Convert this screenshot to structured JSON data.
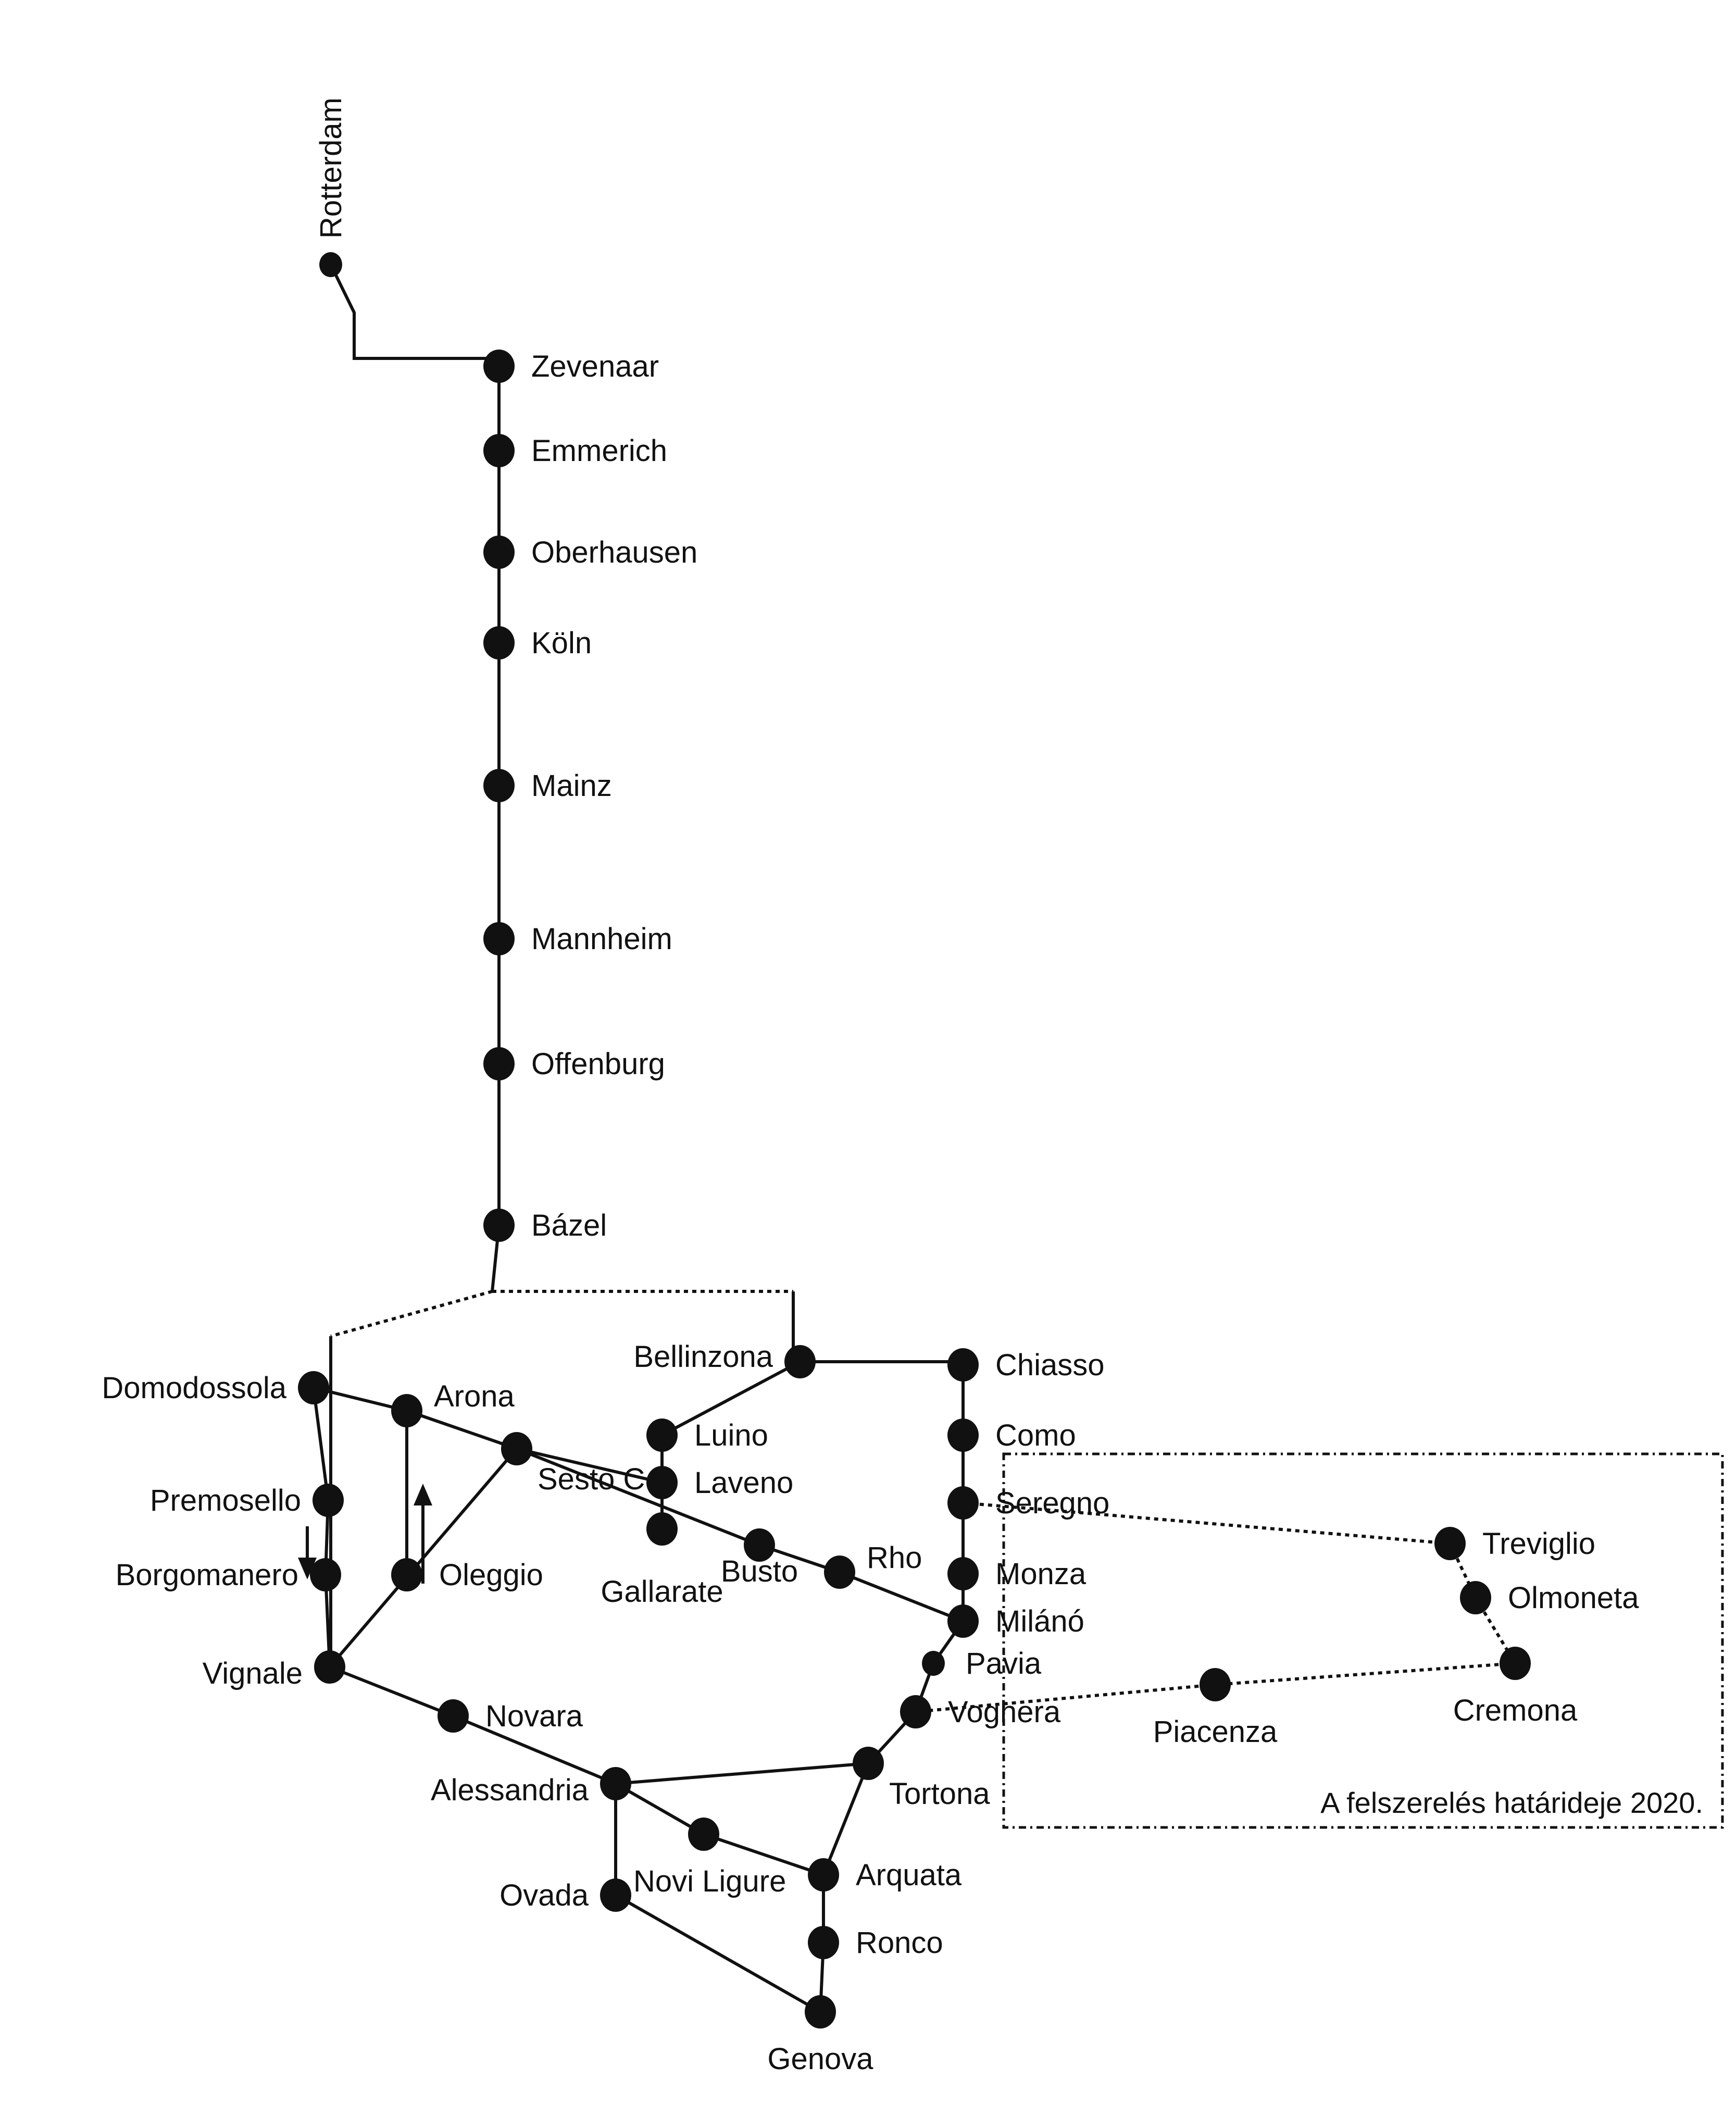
{
  "diagram": {
    "type": "railway-corridor-map",
    "stations": [
      {
        "id": "rotterdam",
        "name": "Rotterdam"
      },
      {
        "id": "zevenaar",
        "name": "Zevenaar"
      },
      {
        "id": "emmerich",
        "name": "Emmerich"
      },
      {
        "id": "oberhausen",
        "name": "Oberhausen"
      },
      {
        "id": "koln",
        "name": "Köln"
      },
      {
        "id": "mainz",
        "name": "Mainz"
      },
      {
        "id": "mannheim",
        "name": "Mannheim"
      },
      {
        "id": "offenburg",
        "name": "Offenburg"
      },
      {
        "id": "bazel",
        "name": "Bázel"
      },
      {
        "id": "bellinzona",
        "name": "Bellinzona"
      },
      {
        "id": "chiasso",
        "name": "Chiasso"
      },
      {
        "id": "como",
        "name": "Como"
      },
      {
        "id": "seregno",
        "name": "Seregno"
      },
      {
        "id": "monza",
        "name": "Monza"
      },
      {
        "id": "milano",
        "name": "Milánó"
      },
      {
        "id": "pavia",
        "name": "Pavia"
      },
      {
        "id": "voghera",
        "name": "Voghera"
      },
      {
        "id": "tortona",
        "name": "Tortona"
      },
      {
        "id": "arquata",
        "name": "Arquata"
      },
      {
        "id": "ronco",
        "name": "Ronco"
      },
      {
        "id": "genova",
        "name": "Genova"
      },
      {
        "id": "domodossola",
        "name": "Domodossola"
      },
      {
        "id": "arona",
        "name": "Arona"
      },
      {
        "id": "sesto",
        "name": "Sesto C."
      },
      {
        "id": "luino",
        "name": "Luino"
      },
      {
        "id": "laveno",
        "name": "Laveno"
      },
      {
        "id": "gallarate",
        "name": "Gallarate"
      },
      {
        "id": "busto",
        "name": "Busto"
      },
      {
        "id": "rho",
        "name": "Rho"
      },
      {
        "id": "premosello",
        "name": "Premosello"
      },
      {
        "id": "borgomanero",
        "name": "Borgomanero"
      },
      {
        "id": "oleggio",
        "name": "Oleggio"
      },
      {
        "id": "vignale",
        "name": "Vignale"
      },
      {
        "id": "novara",
        "name": "Novara"
      },
      {
        "id": "alessandria",
        "name": "Alessandria"
      },
      {
        "id": "novi",
        "name": "Novi  Ligure"
      },
      {
        "id": "ovada",
        "name": "Ovada"
      },
      {
        "id": "treviglio",
        "name": "Treviglio"
      },
      {
        "id": "olmoneta",
        "name": "Olmoneta"
      },
      {
        "id": "cremona",
        "name": "Cremona"
      },
      {
        "id": "piacenza",
        "name": "Piacenza"
      }
    ],
    "connections": [
      {
        "from": "rotterdam",
        "to": "zevenaar",
        "style": "solid"
      },
      {
        "from": "zevenaar",
        "to": "emmerich",
        "style": "solid"
      },
      {
        "from": "emmerich",
        "to": "oberhausen",
        "style": "solid"
      },
      {
        "from": "oberhausen",
        "to": "koln",
        "style": "solid"
      },
      {
        "from": "koln",
        "to": "mainz",
        "style": "solid"
      },
      {
        "from": "mainz",
        "to": "mannheim",
        "style": "solid"
      },
      {
        "from": "mannheim",
        "to": "offenburg",
        "style": "solid"
      },
      {
        "from": "offenburg",
        "to": "bazel",
        "style": "solid"
      },
      {
        "from": "bazel",
        "to": "bellinzona",
        "style": "dotted-then-solid"
      },
      {
        "from": "bazel",
        "to": "domodossola",
        "style": "dotted-then-solid"
      },
      {
        "from": "bellinzona",
        "to": "chiasso",
        "style": "solid"
      },
      {
        "from": "chiasso",
        "to": "como",
        "style": "solid"
      },
      {
        "from": "como",
        "to": "seregno",
        "style": "solid"
      },
      {
        "from": "seregno",
        "to": "monza",
        "style": "solid"
      },
      {
        "from": "monza",
        "to": "milano",
        "style": "solid"
      },
      {
        "from": "milano",
        "to": "pavia",
        "style": "solid"
      },
      {
        "from": "pavia",
        "to": "voghera",
        "style": "solid"
      },
      {
        "from": "voghera",
        "to": "tortona",
        "style": "solid"
      },
      {
        "from": "tortona",
        "to": "arquata",
        "style": "solid"
      },
      {
        "from": "arquata",
        "to": "ronco",
        "style": "solid"
      },
      {
        "from": "ronco",
        "to": "genova",
        "style": "solid"
      },
      {
        "from": "bellinzona",
        "to": "luino",
        "style": "solid"
      },
      {
        "from": "luino",
        "to": "laveno",
        "style": "solid"
      },
      {
        "from": "laveno",
        "to": "gallarate",
        "style": "solid"
      },
      {
        "from": "domodossola",
        "to": "arona",
        "style": "solid"
      },
      {
        "from": "arona",
        "to": "sesto",
        "style": "solid"
      },
      {
        "from": "sesto",
        "to": "laveno",
        "style": "solid"
      },
      {
        "from": "sesto",
        "to": "busto",
        "style": "solid"
      },
      {
        "from": "busto",
        "to": "rho",
        "style": "solid"
      },
      {
        "from": "rho",
        "to": "milano",
        "style": "solid"
      },
      {
        "from": "arona",
        "to": "oleggio",
        "style": "solid"
      },
      {
        "from": "sesto",
        "to": "vignale",
        "style": "solid"
      },
      {
        "from": "domodossola",
        "to": "premosello",
        "style": "solid"
      },
      {
        "from": "premosello",
        "to": "borgomanero",
        "style": "solid"
      },
      {
        "from": "borgomanero",
        "to": "vignale",
        "style": "solid"
      },
      {
        "from": "vignale",
        "to": "novara",
        "style": "solid"
      },
      {
        "from": "novara",
        "to": "alessandria",
        "style": "solid"
      },
      {
        "from": "alessandria",
        "to": "tortona",
        "style": "solid"
      },
      {
        "from": "alessandria",
        "to": "novi",
        "style": "solid"
      },
      {
        "from": "novi",
        "to": "arquata",
        "style": "solid"
      },
      {
        "from": "alessandria",
        "to": "ovada",
        "style": "solid"
      },
      {
        "from": "ovada",
        "to": "genova",
        "style": "solid"
      },
      {
        "from": "seregno",
        "to": "treviglio",
        "style": "dotted"
      },
      {
        "from": "treviglio",
        "to": "olmoneta",
        "style": "dotted"
      },
      {
        "from": "olmoneta",
        "to": "cremona",
        "style": "dotted"
      },
      {
        "from": "cremona",
        "to": "piacenza",
        "style": "dotted"
      },
      {
        "from": "piacenza",
        "to": "voghera",
        "style": "dotted"
      }
    ],
    "direction_arrows": [
      {
        "between": "premosello-borgomanero",
        "direction": "down"
      },
      {
        "between": "oleggio-arona",
        "direction": "up"
      }
    ],
    "planned_area_note": "A felszerelés határideje 2020."
  }
}
